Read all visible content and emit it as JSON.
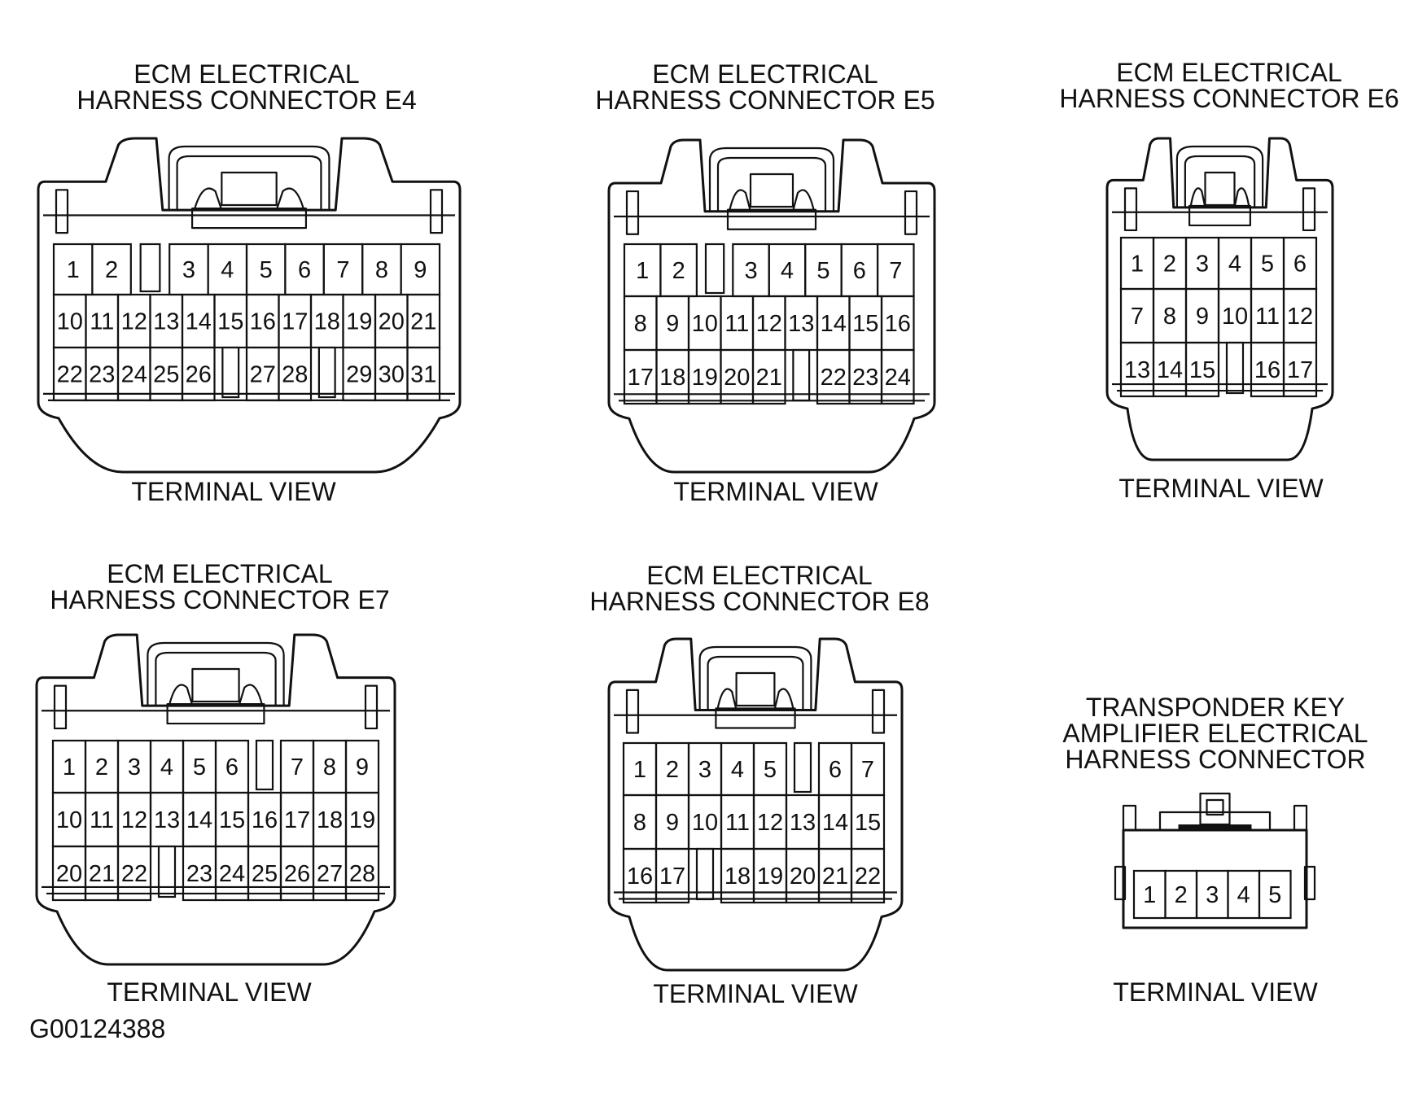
{
  "figure_id": "G00124388",
  "connectors": [
    {
      "id": "e4",
      "title_lines": [
        "ECM ELECTRICAL",
        "HARNESS CONNECTOR E4"
      ],
      "view_label": "TERMINAL VIEW",
      "rows": [
        [
          "1",
          "2",
          "",
          "3",
          "4",
          "5",
          "6",
          "7",
          "8",
          "9"
        ],
        [
          "10",
          "11",
          "12",
          "13",
          "14",
          "15",
          "16",
          "17",
          "18",
          "19",
          "20",
          "21"
        ],
        [
          "22",
          "23",
          "24",
          "25",
          "26",
          "",
          "27",
          "28",
          "",
          "29",
          "30",
          "31"
        ]
      ]
    },
    {
      "id": "e5",
      "title_lines": [
        "ECM ELECTRICAL",
        "HARNESS CONNECTOR E5"
      ],
      "view_label": "TERMINAL VIEW",
      "rows": [
        [
          "1",
          "2",
          "",
          "3",
          "4",
          "5",
          "6",
          "7"
        ],
        [
          "8",
          "9",
          "10",
          "11",
          "12",
          "13",
          "14",
          "15",
          "16"
        ],
        [
          "17",
          "18",
          "19",
          "20",
          "21",
          "",
          "22",
          "23",
          "24"
        ]
      ]
    },
    {
      "id": "e6",
      "title_lines": [
        "ECM ELECTRICAL",
        "HARNESS CONNECTOR E6"
      ],
      "view_label": "TERMINAL VIEW",
      "rows": [
        [
          "1",
          "2",
          "3",
          "4",
          "5",
          "6"
        ],
        [
          "7",
          "8",
          "9",
          "10",
          "11",
          "12"
        ],
        [
          "13",
          "14",
          "15",
          "",
          "16",
          "17"
        ]
      ]
    },
    {
      "id": "e7",
      "title_lines": [
        "ECM ELECTRICAL",
        "HARNESS CONNECTOR E7"
      ],
      "view_label": "TERMINAL VIEW",
      "rows": [
        [
          "1",
          "2",
          "3",
          "4",
          "5",
          "6",
          "",
          "7",
          "8",
          "9"
        ],
        [
          "10",
          "11",
          "12",
          "13",
          "14",
          "15",
          "16",
          "17",
          "18",
          "19"
        ],
        [
          "20",
          "21",
          "22",
          "",
          "23",
          "24",
          "25",
          "26",
          "27",
          "28"
        ]
      ]
    },
    {
      "id": "e8",
      "title_lines": [
        "ECM ELECTRICAL",
        "HARNESS CONNECTOR E8"
      ],
      "view_label": "TERMINAL VIEW",
      "rows": [
        [
          "1",
          "2",
          "3",
          "4",
          "5",
          "",
          "6",
          "7"
        ],
        [
          "8",
          "9",
          "10",
          "11",
          "12",
          "13",
          "14",
          "15"
        ],
        [
          "16",
          "17",
          "",
          "18",
          "19",
          "20",
          "21",
          "22"
        ]
      ]
    },
    {
      "id": "transponder",
      "title_lines": [
        "TRANSPONDER KEY",
        "AMPLIFIER ELECTRICAL",
        "HARNESS CONNECTOR"
      ],
      "view_label": "TERMINAL VIEW",
      "rows": [
        [
          "1",
          "2",
          "3",
          "4",
          "5"
        ]
      ]
    }
  ]
}
